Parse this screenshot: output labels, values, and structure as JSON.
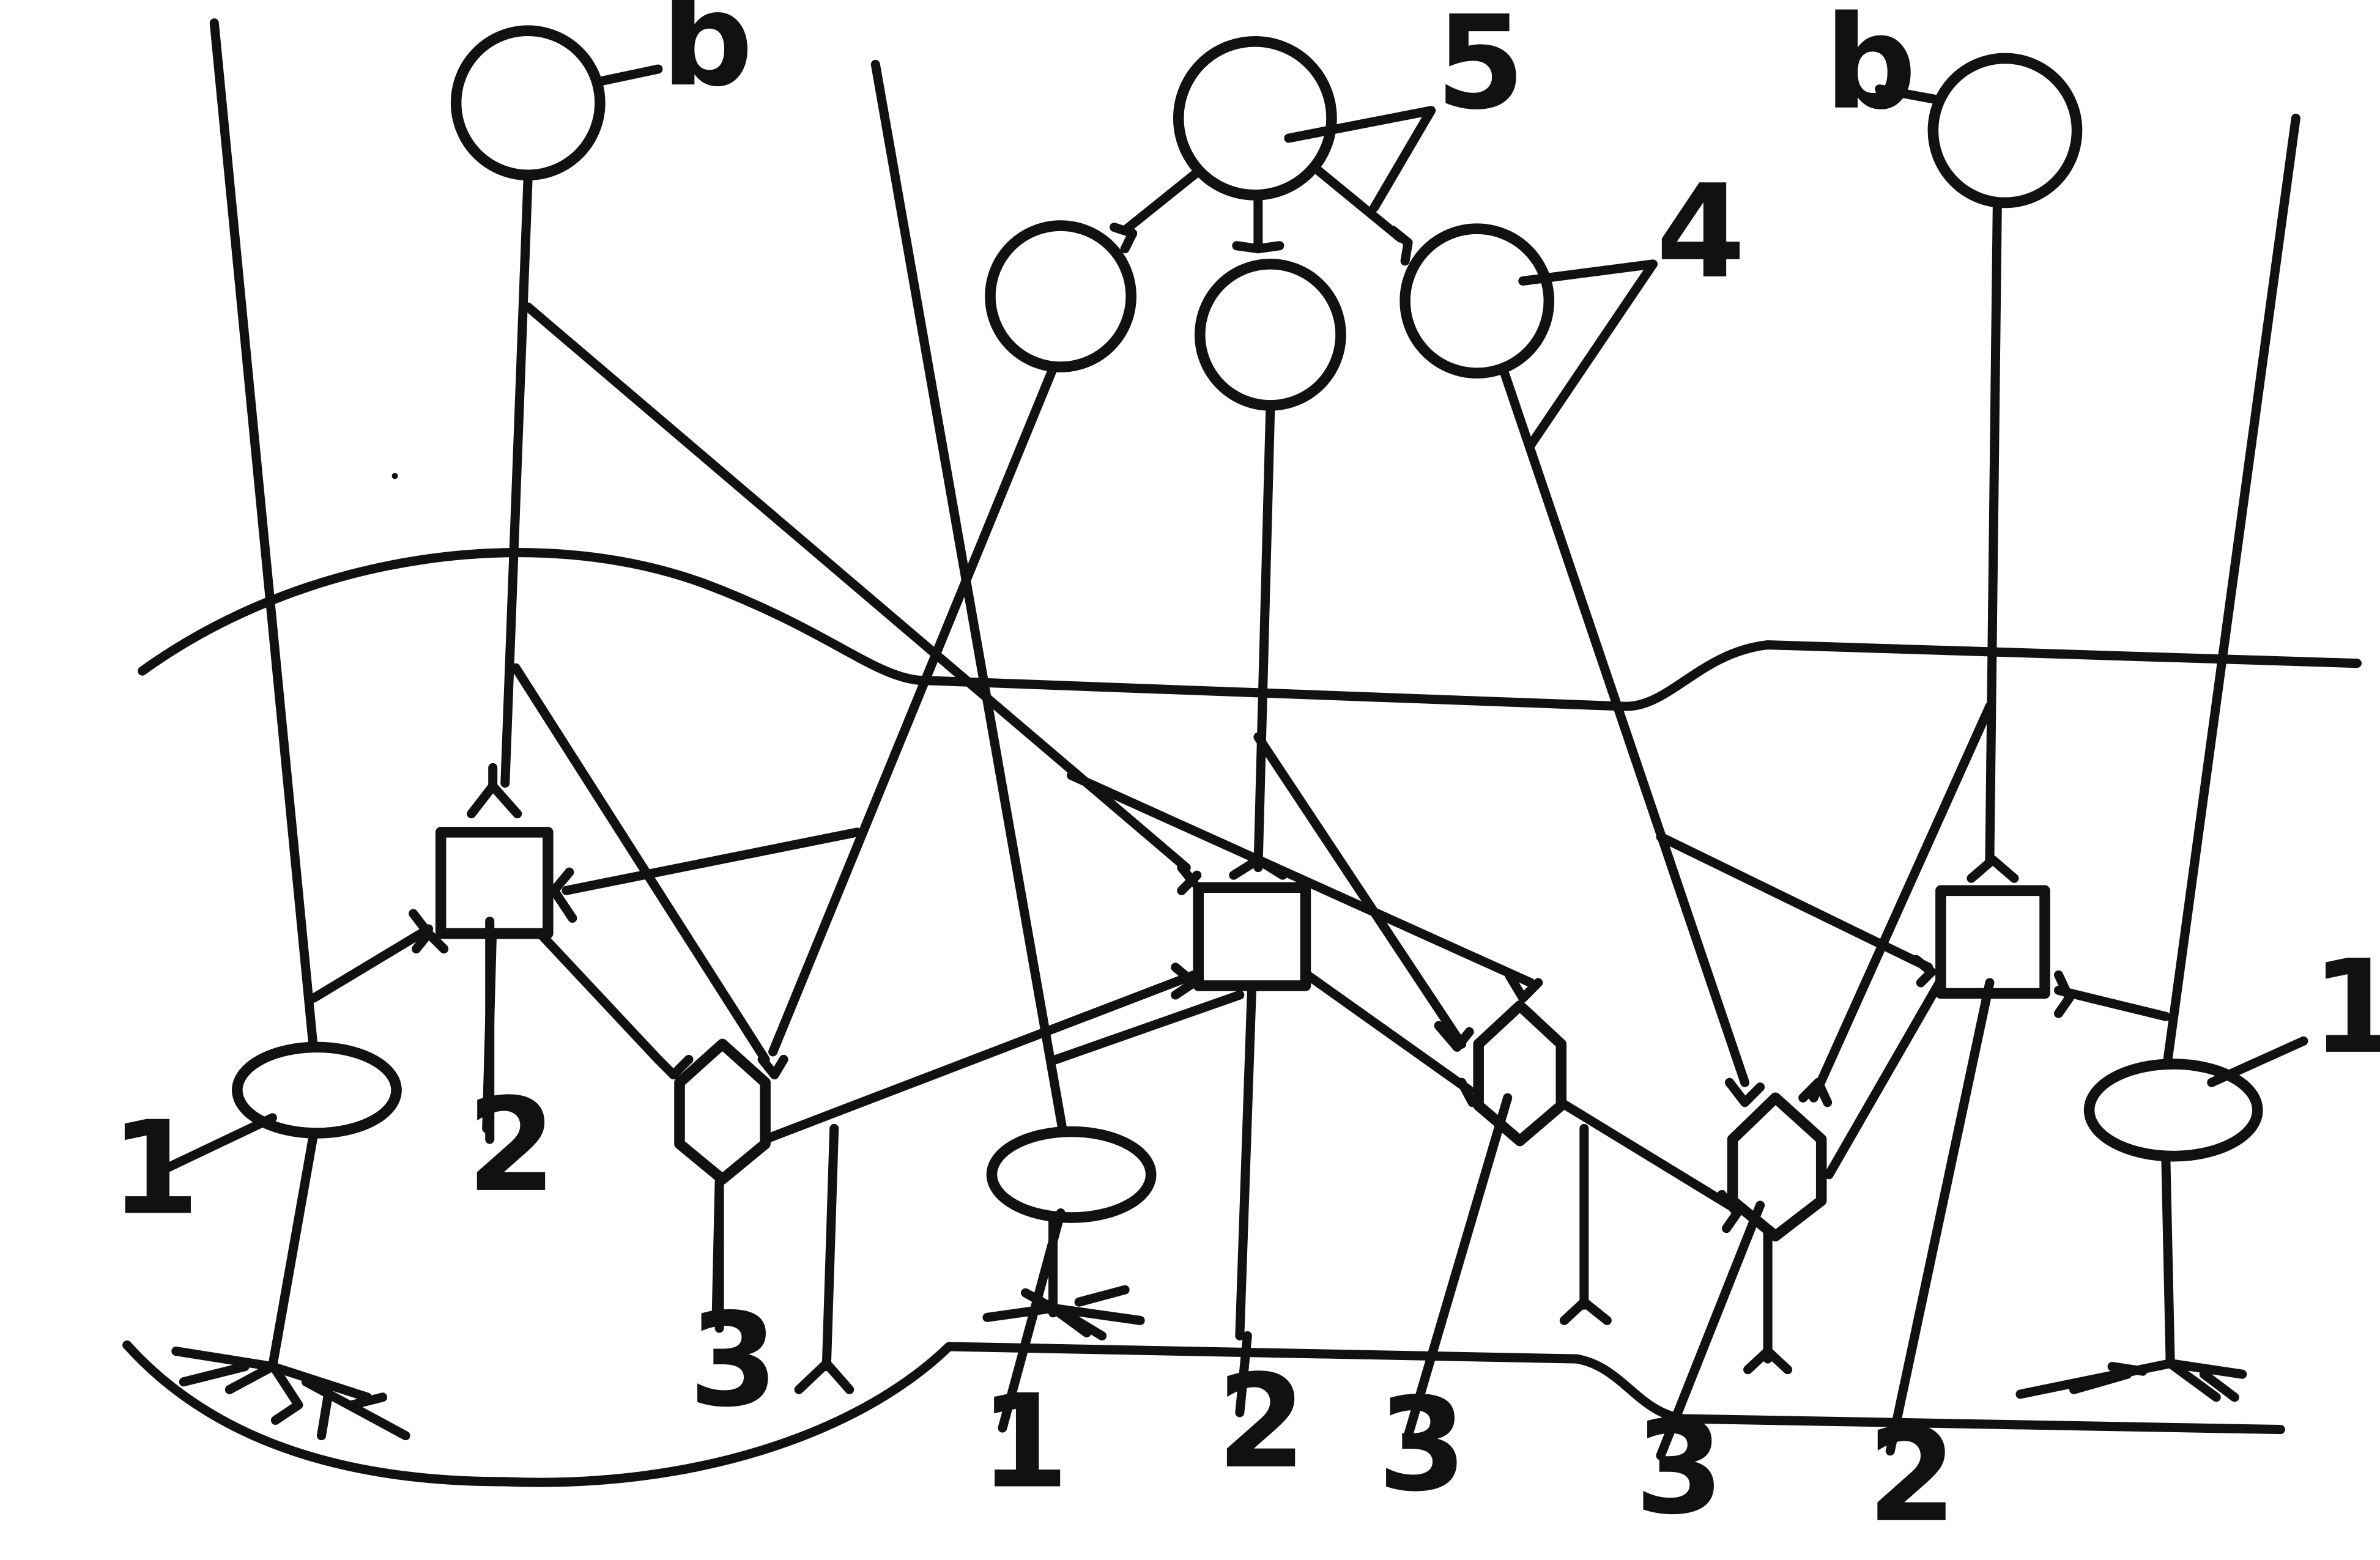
{
  "labels": {
    "receptor": "1",
    "bipolar": "2",
    "amacrine": "3",
    "ganglion_small": "4",
    "ganglion_large": "5",
    "b_cell": "b"
  },
  "colors": {
    "ink": "#111111",
    "paper": "#ffffff"
  }
}
